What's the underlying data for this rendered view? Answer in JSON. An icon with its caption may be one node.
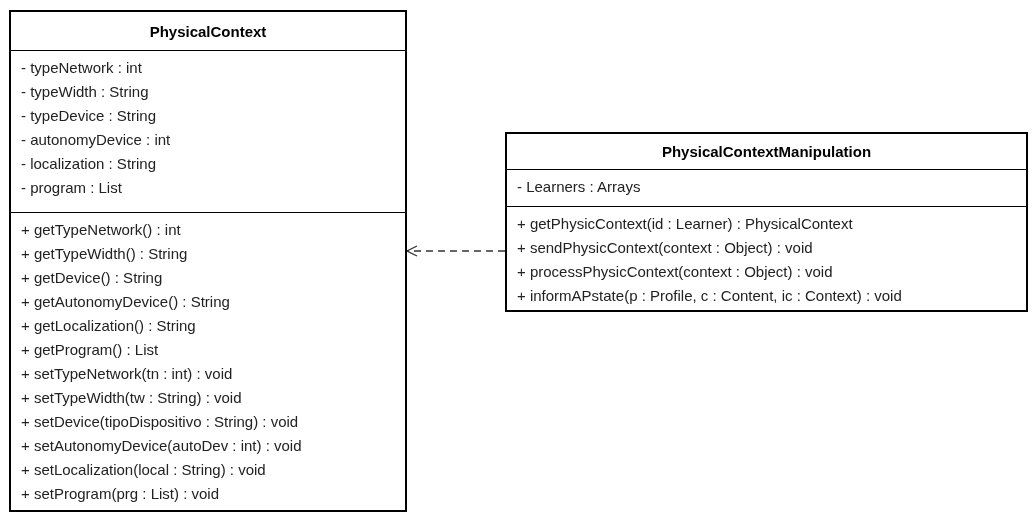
{
  "diagram": {
    "nodes": [
      {
        "text": [
          "PhysicalContext"
        ]
      },
      {
        "text": [
          "- typeNetwork : int",
          "- typeWidth : String",
          "- typeDevice : String",
          "- autonomyDevice : int",
          "- localization : String",
          "- program : List"
        ],
        "in": 0
      },
      {
        "text": [
          "+ getTypeNetwork() : int",
          "+ getTypeWidth() : String",
          "+ getDevice() : String",
          "+ getAutonomyDevice() : String",
          "+ getLocalization() : String",
          "+ getProgram() : List",
          "+ setTypeNetwork(tn : int) : void",
          "+ setTypeWidth(tw : String) : void",
          "+ setDevice(tipoDispositivo : String) : void",
          "+ setAutonomyDevice(autoDev : int) : void",
          "+ setLocalization(local : String) : void",
          "+ setProgram(prg : List) : void"
        ],
        "in": 0
      },
      {
        "text": [
          "PhysicalContextManipulation"
        ]
      },
      {
        "text": [
          "- Learners : Arrays"
        ],
        "in": 3
      },
      {
        "text": [
          "+ getPhysicContext(id : Learner) : PhysicalContext",
          "+ sendPhysicContext(context : Object) : void",
          "+ processPhysicContext(context : Object) : void",
          "+ informAPstate(p : Profile, c : Content, ic : Context) : void"
        ],
        "in": 3
      }
    ],
    "edges": [
      {
        "from": 3,
        "to": 0,
        "arrow": "to",
        "style": "dashed"
      }
    ]
  }
}
